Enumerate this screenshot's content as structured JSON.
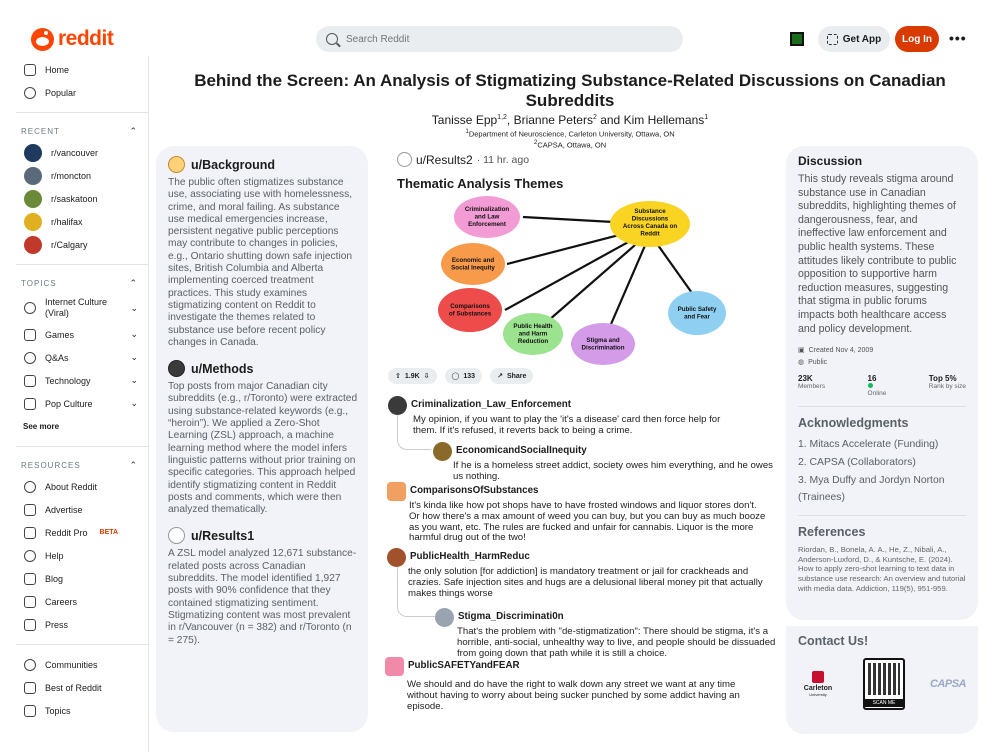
{
  "header": {
    "logo_text": "reddit",
    "search_placeholder": "Search Reddit",
    "get_app_label": "Get App",
    "login_label": "Log In",
    "more_label": "•••"
  },
  "sidebar": {
    "main": [
      {
        "label": "Home",
        "icon": "home-icon"
      },
      {
        "label": "Popular",
        "icon": "popular-icon"
      }
    ],
    "recent_title": "RECENT",
    "recent": [
      {
        "label": "r/vancouver",
        "color": "#1e3a5f"
      },
      {
        "label": "r/moncton",
        "color": "#5a6a78"
      },
      {
        "label": "r/saskatoon",
        "color": "#6a8a3a"
      },
      {
        "label": "r/halifax",
        "color": "#e0b020"
      },
      {
        "label": "r/Calgary",
        "color": "#c0392b"
      }
    ],
    "topics_title": "TOPICS",
    "topics": [
      {
        "label": "Internet Culture (Viral)",
        "icon": "internet-culture-icon"
      },
      {
        "label": "Games",
        "icon": "games-icon"
      },
      {
        "label": "Q&As",
        "icon": "qa-icon"
      },
      {
        "label": "Technology",
        "icon": "technology-icon"
      },
      {
        "label": "Pop Culture",
        "icon": "pop-culture-icon"
      }
    ],
    "see_more": "See more",
    "resources_title": "RESOURCES",
    "resources": [
      {
        "label": "About Reddit",
        "icon": "about-icon"
      },
      {
        "label": "Advertise",
        "icon": "advertise-icon"
      },
      {
        "label": "Reddit Pro",
        "icon": "reddit-pro-icon",
        "badge": "BETA"
      },
      {
        "label": "Help",
        "icon": "help-icon"
      },
      {
        "label": "Blog",
        "icon": "blog-icon"
      },
      {
        "label": "Careers",
        "icon": "careers-icon"
      },
      {
        "label": "Press",
        "icon": "press-icon"
      }
    ],
    "bottom": [
      {
        "label": "Communities",
        "icon": "communities-icon"
      },
      {
        "label": "Best of Reddit",
        "icon": "best-of-icon"
      },
      {
        "label": "Topics",
        "icon": "topics-icon"
      }
    ]
  },
  "poster": {
    "title": "Behind the Screen: An Analysis of Stigmatizing Substance-Related Discussions on Canadian Subreddits",
    "authors": [
      {
        "name": "Tanisse Epp",
        "sup": "1,2"
      },
      {
        "name": "Brianne Peters",
        "sup": "2"
      },
      {
        "name": "Kim Hellemans",
        "sup": "1"
      }
    ],
    "author_sep": ", ",
    "author_last_sep": " and ",
    "affiliations": [
      {
        "sup": "1",
        "text": "Department of Neuroscience, Carleton University, Ottawa, ON"
      },
      {
        "sup": "2",
        "text": "CAPSA, Ottawa, ON"
      }
    ]
  },
  "left": {
    "background_title": "u/Background",
    "background_text": "The public often stigmatizes substance use, associating use with homelessness, crime, and moral failing. As substance use medical emergencies increase, persistent negative public perceptions may contribute to changes in policies, e.g., Ontario shutting down safe injection sites, British Columbia and Alberta implementing coerced treatment practices. This study examines stigmatizing content on Reddit to investigate the themes related to substance use before recent policy changes in Canada.",
    "methods_title": "u/Methods",
    "methods_text": "Top posts from major Canadian city subreddits (e.g., r/Toronto) were extracted using substance-related keywords (e.g., “heroin”). We applied a Zero-Shot Learning (ZSL) approach, a machine learning method where the model infers linguistic patterns without prior training on specific categories. This approach helped identify stigmatizing content in Reddit posts and comments, which were then analyzed thematically.",
    "results1_title": "u/Results1",
    "results1_text": "A ZSL model analyzed 12,671 substance-related posts across Canadian subreddits. The model identified 1,927 posts with 90% confidence that they contained stigmatizing sentiment. Stigmatizing content was most prevalent in r/Vancouver (n = 382) and r/Toronto (n = 275)."
  },
  "center": {
    "username": "u/Results2",
    "time": "· 11 hr. ago",
    "themes_title": "Thematic Analysis Themes",
    "diagram": {
      "hub": {
        "label": "Substance Discussions Across Canada on Reddit",
        "color": "#f9d423"
      },
      "nodes": [
        {
          "label": "Criminalization and Law Enforcement",
          "color": "#f29bd4"
        },
        {
          "label": "Economic and Social Inequity",
          "color": "#f79a4a"
        },
        {
          "label": "Comparisons of Substances",
          "color": "#ee4b4b"
        },
        {
          "label": "Public Health and Harm Reduction",
          "color": "#9be38f"
        },
        {
          "label": "Stigma and Discrimination",
          "color": "#d49be8"
        },
        {
          "label": "Public Safety and Fear",
          "color": "#8fd0f2"
        }
      ]
    },
    "votes": "1.9K",
    "comments_count": "133",
    "share_label": "Share",
    "comments": [
      {
        "user": "Criminalization_Law_Enforcement",
        "text": "My opinion, if you want to play the 'it's a disease' card then force help for them. If it's refused, it reverts back to being a crime.",
        "color": "#3a3a3a"
      },
      {
        "user": "EconomicandSocialInequity",
        "text": "If he is a homeless street addict, society owes him everything, and he owes us nothing.",
        "color": "#8a6a2a"
      },
      {
        "user": "ComparisonsOfSubstances",
        "text": "It's kinda like how pot shops have to have frosted windows and liquor stores don't. Or how there's a max amount of weed you can buy, but you can buy as much booze as you want, etc. The rules are fucked and unfair for cannabis. Liquor is the more harmful drug out of the two!",
        "color": "#f0a060"
      },
      {
        "user": "PublicHealth_HarmReduc",
        "text": "the only solution [for addiction] is mandatory treatment or jail for crackheads and crazies. Safe injection sites and hugs are a delusional liberal money pit that actually makes things worse",
        "color": "#a0522d"
      },
      {
        "user": "Stigma_Discriminati0n",
        "text": "That's the problem with \"de-stigmatization\": There should be stigma, it's a horrible, anti-social, unhealthy way to live, and people should be dissuaded from going down that path while it is still a choice.",
        "color": "#9aa4b0"
      },
      {
        "user": "PublicSAFETYandFEAR",
        "text": "We should and do have the right to walk down any street we want at any time without having to worry about being sucker punched by some addict having an episode.",
        "color": "#f08aa8"
      }
    ]
  },
  "right": {
    "discussion_title": "Discussion",
    "discussion_text": "This study reveals stigma around substance use in Canadian subreddits, highlighting themes of dangerousness, fear, and ineffective law enforcement and public health systems. These attitudes likely contribute to public opposition to supportive harm reduction measures, suggesting that stigma in public forums impacts both healthcare access and policy development.",
    "created": "Created Nov 4, 2009",
    "visibility": "Public",
    "stats": [
      {
        "value": "23K",
        "label": "Members"
      },
      {
        "value": "16",
        "label": "Online"
      },
      {
        "value": "Top 5%",
        "label": "Rank by size"
      }
    ],
    "ack_title": "Acknowledgments",
    "acks": [
      "1.  Mitacs Accelerate (Funding)",
      "2. CAPSA (Collaborators)",
      "3. Mya Duffy and Jordyn Norton (Trainees)"
    ],
    "refs_title": "References",
    "ref_text": "Riordan, B., Bonela, A. A., He, Z., Nibali, A., Anderson-Luxford, D., & Kuntsche, E. (2024). How to apply zero-shot learning to text data in substance use research: An overview and tutorial with media data. Addiction, 119(5), 951-959.",
    "contact_title": "Contact Us!",
    "carleton_label": "Carleton",
    "carleton_sub": "University",
    "scan_label": "SCAN ME",
    "capsa_label": "CAPSA"
  }
}
